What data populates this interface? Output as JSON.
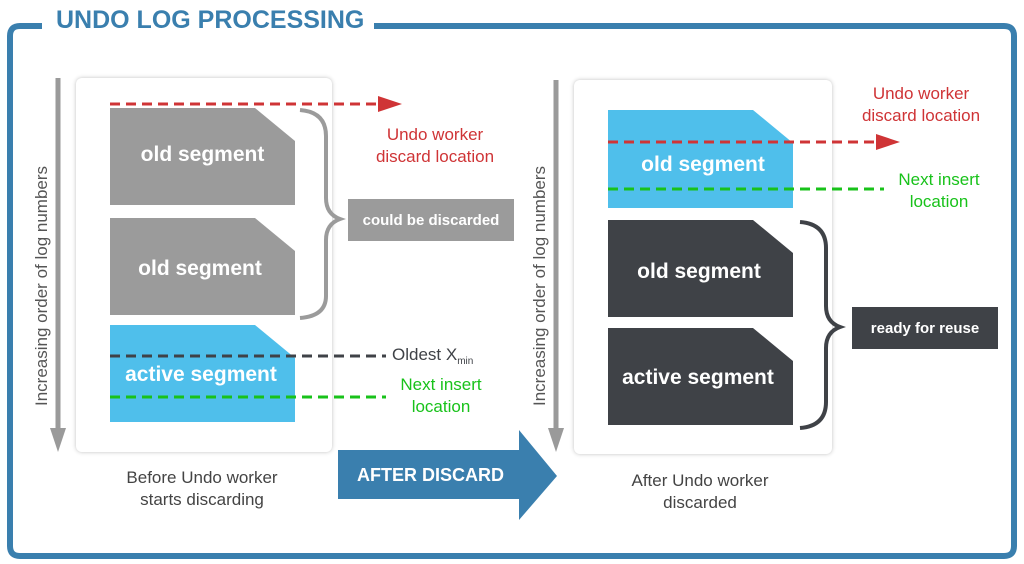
{
  "title": "UNDO LOG PROCESSING",
  "colors": {
    "frame": "#3a7fae",
    "old_segment_gray": "#9b9b9b",
    "active_blue": "#4fbfeb",
    "dark_segment": "#3f4247",
    "discard_red": "#cf3436",
    "insert_green": "#18c21a",
    "xmin_dark": "#3f4247",
    "axis_gray": "#9a9a9a"
  },
  "axis_label": "Increasing order of log numbers",
  "before": {
    "segments": [
      {
        "label": "old segment",
        "state": "old"
      },
      {
        "label": "old segment",
        "state": "old"
      },
      {
        "label": "active segment",
        "state": "active"
      }
    ],
    "discard_location": {
      "line1": "Undo worker",
      "line2": "discard location"
    },
    "brace_tag": "could be discarded",
    "oldest_xmin": {
      "text": "Oldest X",
      "sub": "min"
    },
    "next_insert": {
      "line1": "Next insert",
      "line2": "location"
    },
    "caption": {
      "line1": "Before Undo worker",
      "line2": "starts discarding"
    }
  },
  "transition": {
    "label": "AFTER DISCARD"
  },
  "after": {
    "segments": [
      {
        "label": "old segment",
        "state": "active"
      },
      {
        "label": "old segment",
        "state": "reusable"
      },
      {
        "label": "active segment",
        "state": "reusable"
      }
    ],
    "discard_location": {
      "line1": "Undo worker",
      "line2": "discard location"
    },
    "next_insert": {
      "line1": "Next insert",
      "line2": "location"
    },
    "brace_tag": "ready for reuse",
    "caption": {
      "line1": "After Undo worker",
      "line2": "discarded"
    }
  }
}
